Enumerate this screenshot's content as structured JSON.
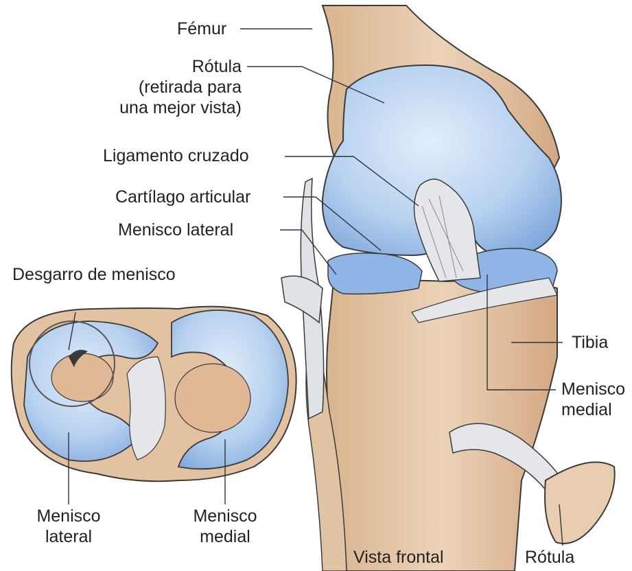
{
  "labels": {
    "femur": "Fémur",
    "rotula_top_l1": "Rótula",
    "rotula_top_l2": "(retirada para",
    "rotula_top_l3": "una mejor vista)",
    "ligamento": "Ligamento cruzado",
    "cartilago": "Cartílago articular",
    "menisco_lateral_front": "Menisco lateral",
    "desgarro": "Desgarro de menisco",
    "tibia": "Tibia",
    "menisco_medial_right_l1": "Menisco",
    "menisco_medial_right_l2": "medial",
    "menisco_lateral_bottom_l1": "Menisco",
    "menisco_lateral_bottom_l2": "lateral",
    "menisco_medial_bottom_l1": "Menisco",
    "menisco_medial_bottom_l2": "medial",
    "vista_frontal": "Vista frontal",
    "rotula_bottom": "Rótula"
  },
  "colors": {
    "bone": "#e7c9a9",
    "bone_shadow": "#c99f7a",
    "cartilage": "#a9c8ec",
    "cartilage_light": "#d7e6f7",
    "ligament": "#d8dbe0",
    "outline": "#3a3a3a"
  }
}
